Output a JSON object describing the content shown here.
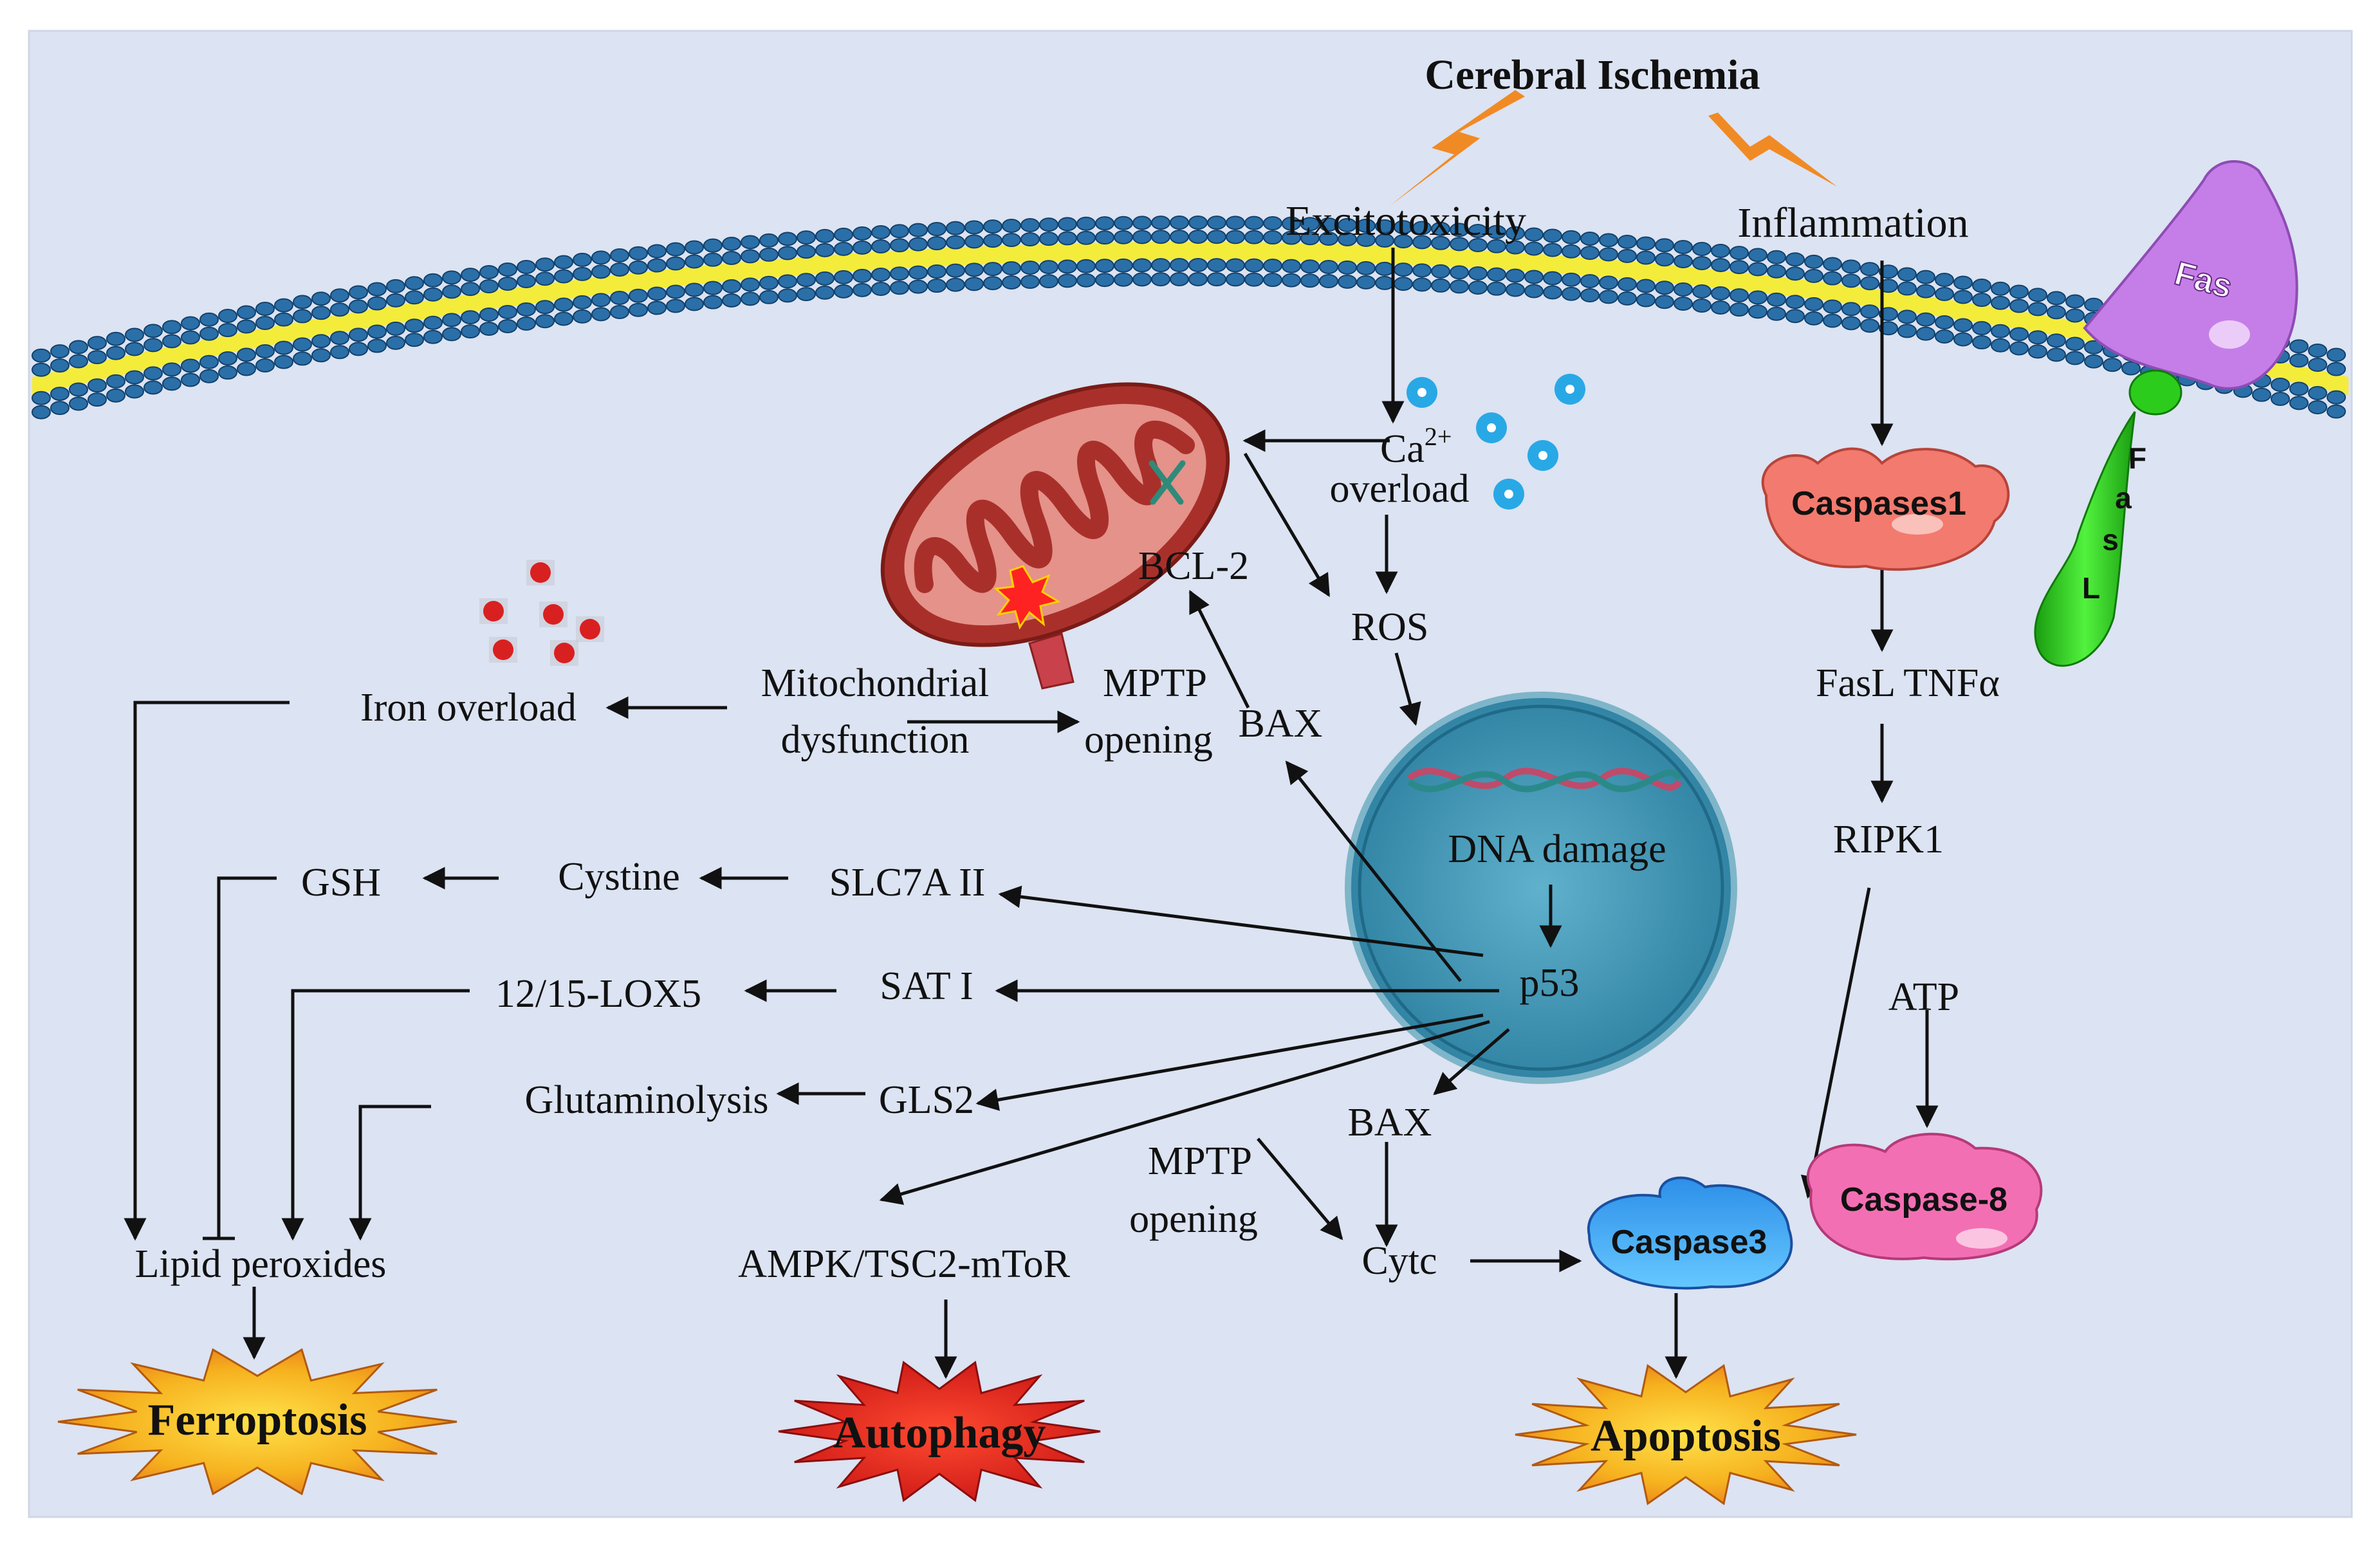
{
  "title": "Cerebral Ischemia",
  "triggers": {
    "excitotoxicity": "Excitotoxicity",
    "inflammation": "Inflammation"
  },
  "membrane": {
    "fas": "Fas",
    "fasl_letters": [
      "F",
      "a",
      "s",
      "L"
    ]
  },
  "calcium": {
    "ca_base": "Ca",
    "ca_sup": "2+",
    "overload": "overload"
  },
  "mito": {
    "bcl2": "BCL-2",
    "bax_top": "BAX",
    "mptp": "MPTP",
    "opening": "opening",
    "mito_dysfunction_1": "Mitochondrial",
    "mito_dysfunction_2": "dysfunction"
  },
  "ros": "ROS",
  "nucleus": {
    "dna_damage": "DNA damage",
    "p53": "p53"
  },
  "ferroptosis_path": {
    "iron_overload": "Iron overload",
    "gsh": "GSH",
    "cystine": "Cystine",
    "slc7a": "SLC7A II",
    "lox": "12/15-LOX5",
    "sat": "SAT I",
    "glutaminolysis": "Glutaminolysis",
    "gls2": "GLS2",
    "lipid_peroxides": "Lipid peroxides"
  },
  "lower_mid": {
    "bax": "BAX",
    "mptp": "MPTP",
    "opening": "opening",
    "cytc": "Cytc",
    "ampk": "AMPK/TSC2-mToR"
  },
  "right_path": {
    "caspases1": "Caspases1",
    "fasl_tnf": "FasL TNFα",
    "ripk1": "RIPK1",
    "atp": "ATP",
    "caspase8": "Caspase-8",
    "caspase3": "Caspase3"
  },
  "outcomes": {
    "ferroptosis": "Ferroptosis",
    "autophagy": "Autophagy",
    "apoptosis": "Apoptosis"
  },
  "colors": {
    "background": "#dce3f2",
    "lipid_head": "#2a6fa8",
    "membrane_core": "#f4ec3a",
    "mitochondrion": "#a9302a",
    "nucleus": "#3f93b2",
    "calcium_ion": "#29a8e6",
    "iron": "#d92020",
    "lightning": "#f08a24",
    "fas": "#c57ee8",
    "fasl": "#2ccc1c",
    "caspase1": "#f37a6e",
    "caspase8": "#f36fb3",
    "caspase3": "#2f7de0"
  }
}
